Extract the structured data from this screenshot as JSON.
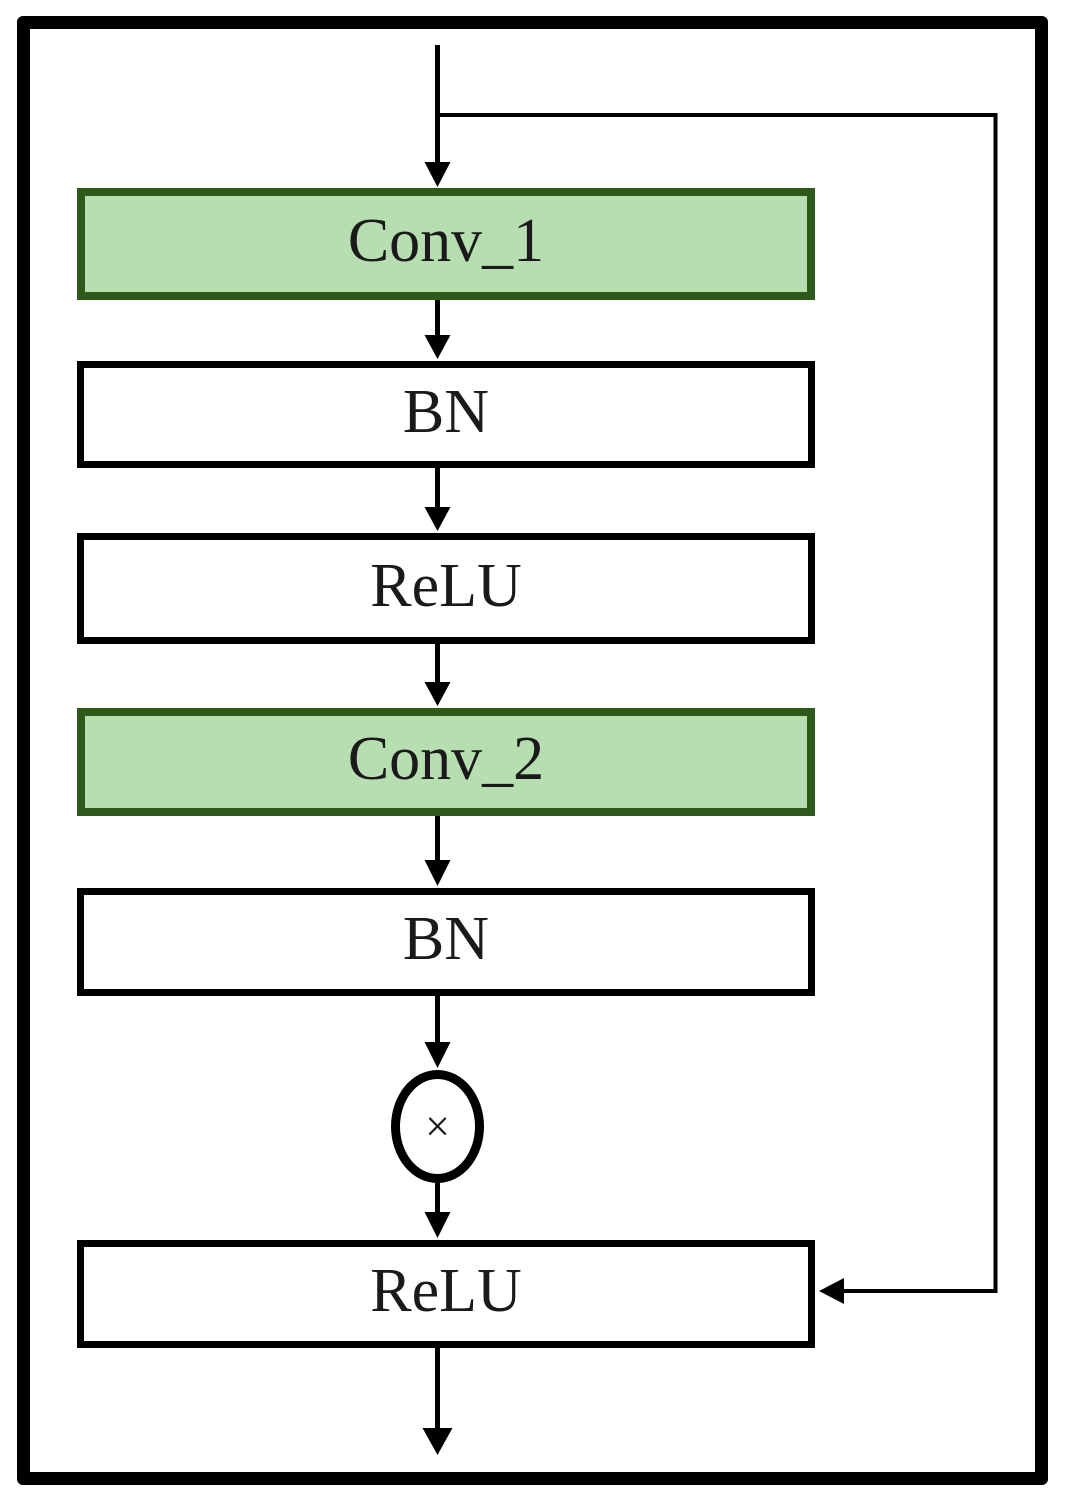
{
  "diagram": {
    "name": "residual-convolution-block-flowchart",
    "colors": {
      "conv_fill": "#b7deb0",
      "conv_border": "#2d5a1b",
      "box_fill": "#ffffff",
      "box_border": "#000000",
      "line": "#000000",
      "background": "#ffffff"
    },
    "nodes": [
      {
        "id": "conv1",
        "label": "Conv_1",
        "type": "conv"
      },
      {
        "id": "bn1",
        "label": "BN",
        "type": "plain"
      },
      {
        "id": "relu1",
        "label": "ReLU",
        "type": "plain"
      },
      {
        "id": "conv2",
        "label": "Conv_2",
        "type": "conv"
      },
      {
        "id": "bn2",
        "label": "BN",
        "type": "plain"
      },
      {
        "id": "multiply",
        "label": "×",
        "type": "operator"
      },
      {
        "id": "relu2",
        "label": "ReLU",
        "type": "plain"
      }
    ],
    "edges": [
      {
        "from": "input",
        "to": "conv1"
      },
      {
        "from": "conv1",
        "to": "bn1"
      },
      {
        "from": "bn1",
        "to": "relu1"
      },
      {
        "from": "relu1",
        "to": "conv2"
      },
      {
        "from": "conv2",
        "to": "bn2"
      },
      {
        "from": "bn2",
        "to": "multiply"
      },
      {
        "from": "multiply",
        "to": "relu2"
      },
      {
        "from": "relu2",
        "to": "output"
      },
      {
        "from": "input",
        "to": "relu2",
        "kind": "skip-connection"
      }
    ]
  }
}
